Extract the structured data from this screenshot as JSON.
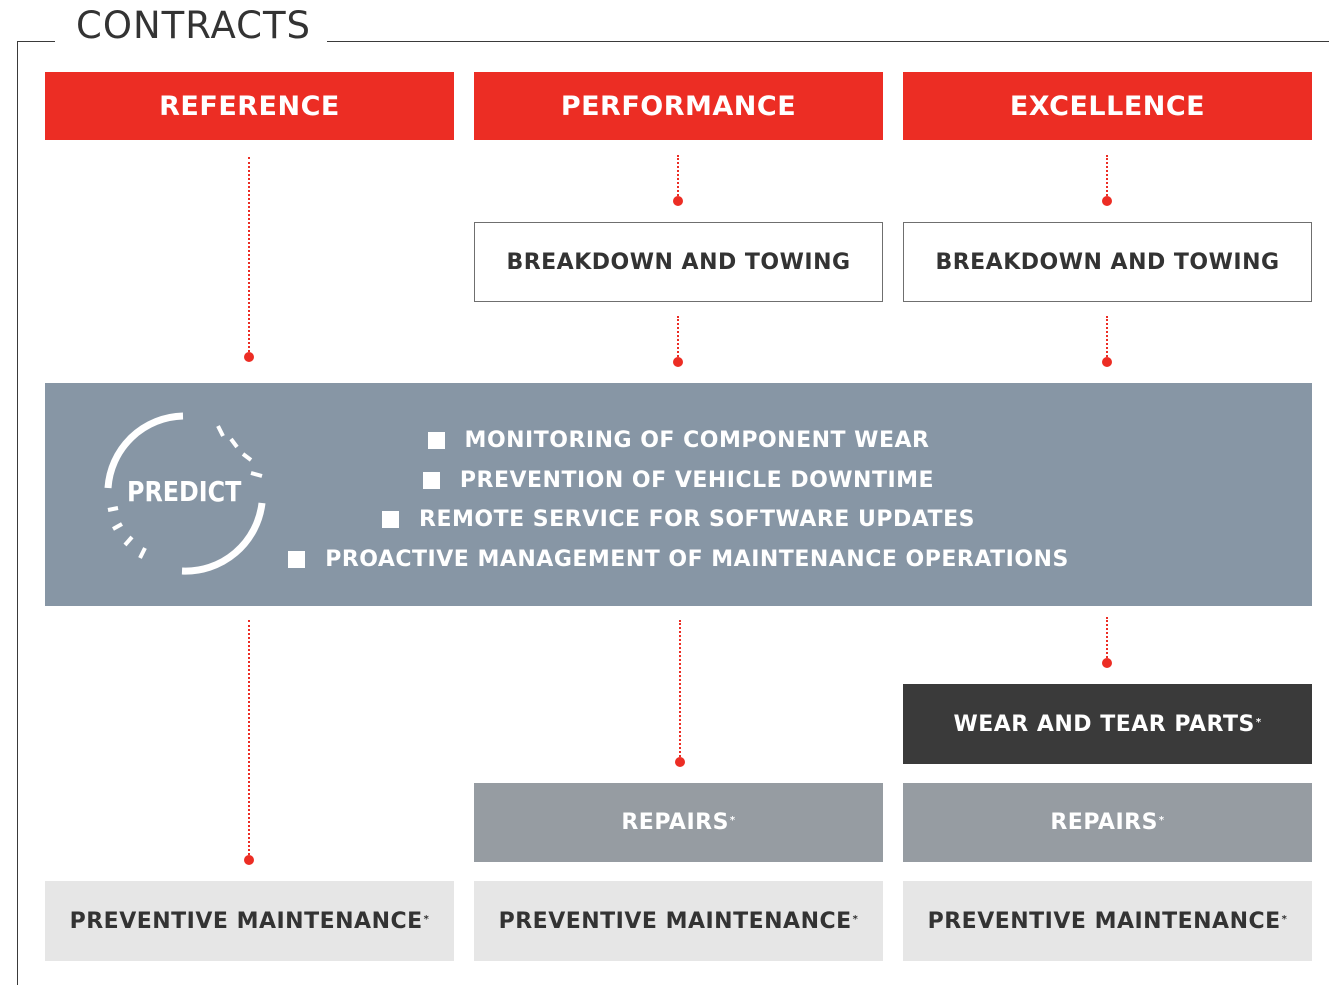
{
  "title": "CONTRACTS",
  "columns": [
    {
      "header": "REFERENCE"
    },
    {
      "header": "PERFORMANCE",
      "breakdown": "BREAKDOWN AND TOWING",
      "repairs": "REPAIRS"
    },
    {
      "header": "EXCELLENCE",
      "breakdown": "BREAKDOWN AND TOWING",
      "wear": "WEAR AND TEAR PARTS",
      "repairs": "REPAIRS"
    }
  ],
  "predict": {
    "logo_text": "PREDICT",
    "features": [
      "MONITORING OF COMPONENT WEAR",
      "PREVENTION OF VEHICLE DOWNTIME",
      "REMOTE SERVICE FOR SOFTWARE UPDATES",
      "PROACTIVE MANAGEMENT OF MAINTENANCE OPERATIONS"
    ]
  },
  "preventive": "PREVENTIVE MAINTENANCE",
  "asterisk": "*",
  "colors": {
    "accent_red": "#ec2d24",
    "predict_band": "#8796a5",
    "wear_box": "#3a3a3a",
    "repairs_box": "#969ca2",
    "preventive_box": "#e6e6e6"
  }
}
